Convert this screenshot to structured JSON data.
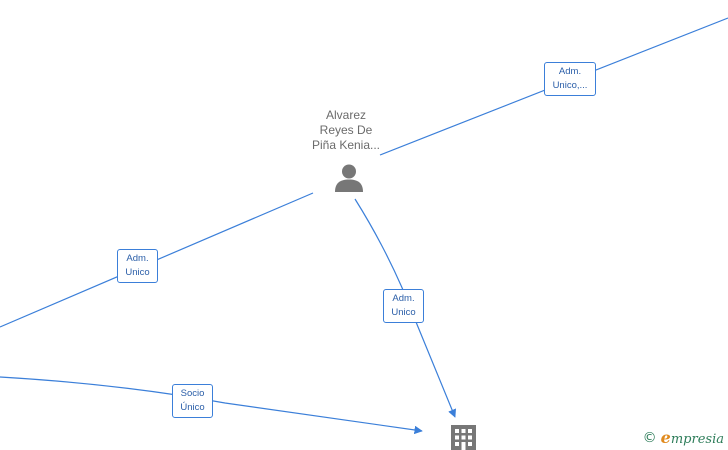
{
  "person": {
    "name_lines": [
      "Alvarez",
      "Reyes De",
      "Piña Kenia..."
    ],
    "icon": "person-icon"
  },
  "company": {
    "icon": "building-icon"
  },
  "edges": [
    {
      "label_lines": [
        "Adm.",
        "Unico,..."
      ]
    },
    {
      "label_lines": [
        "Adm.",
        "Unico"
      ]
    },
    {
      "label_lines": [
        "Adm.",
        "Unico"
      ]
    },
    {
      "label_lines": [
        "Socio",
        "Único"
      ]
    }
  ],
  "brand": {
    "symbol": "©",
    "first_letter": "e",
    "rest": "mpresia"
  },
  "colors": {
    "edge": "#3b7fd9",
    "icon": "#777777",
    "brand": "#2e7d5a",
    "brand_accent": "#e08a1e"
  }
}
